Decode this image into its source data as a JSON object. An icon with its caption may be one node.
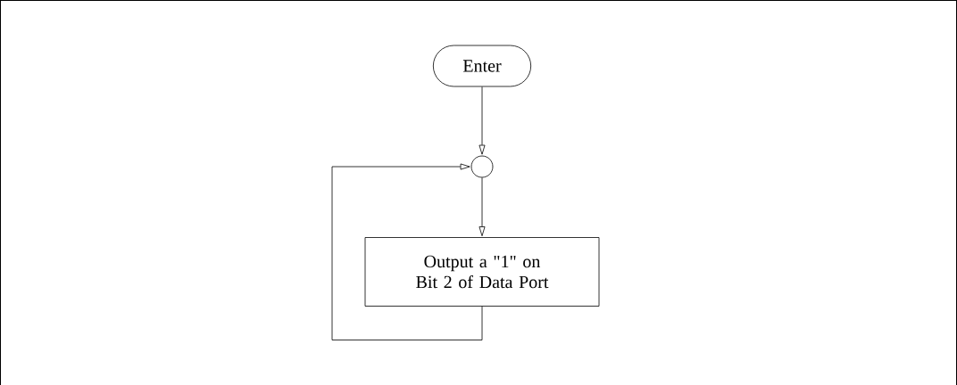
{
  "diagram": {
    "nodes": [
      {
        "text": [
          "Enter"
        ]
      },
      {
        "text": [],
        "shape": "circle"
      },
      {
        "text": [
          "Output a \"1\" on Bit 2 of Data Port"
        ]
      }
    ],
    "edges": [
      {
        "from": 0,
        "to": 1,
        "arrow": "to"
      },
      {
        "from": 1,
        "to": 2,
        "arrow": "to"
      },
      {
        "from": 2,
        "to": 1,
        "arrow": "to"
      }
    ]
  }
}
